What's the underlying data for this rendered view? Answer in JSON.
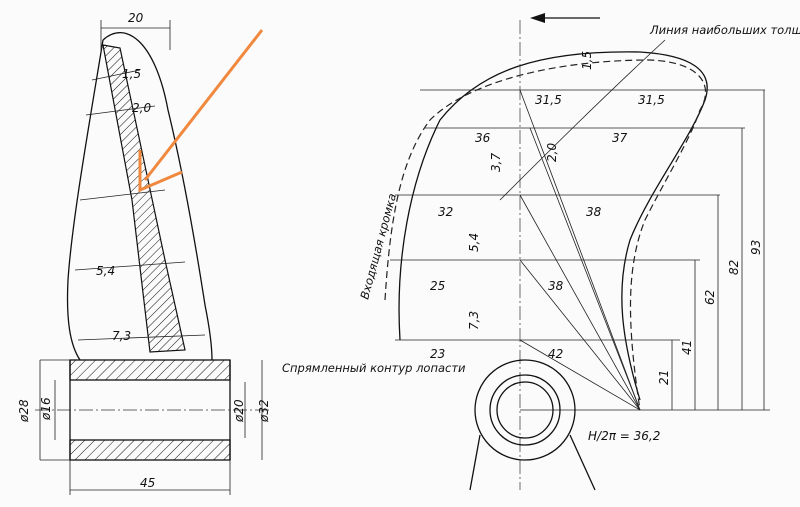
{
  "annotations": {
    "max_thickness_line": "Линия наибольших толщин",
    "leading_edge": "Входящая кромка",
    "straightened_contour": "Спрямленный контур лопасти",
    "pitch_formula": "H/2π = 36,2"
  },
  "section_thickness": [
    "1,5",
    "2,0",
    "5,4",
    "7,3"
  ],
  "hub_dims": {
    "top": "20",
    "bottom": "45",
    "d28": "ø28",
    "d16": "ø16",
    "d20": "ø20",
    "d32": "ø32"
  },
  "blade_widths_left": [
    "31,5",
    "36",
    "32",
    "25",
    "23"
  ],
  "blade_widths_right": [
    "31,5",
    "37",
    "38",
    "38",
    "42"
  ],
  "blade_thickness_marks": [
    "1,5",
    "3,7",
    "2,0",
    "5,4",
    "7,3"
  ],
  "radii": [
    "93",
    "82",
    "62",
    "41",
    "21"
  ],
  "colors": {
    "arrow_accent": "#f0883e",
    "line": "#111111"
  }
}
